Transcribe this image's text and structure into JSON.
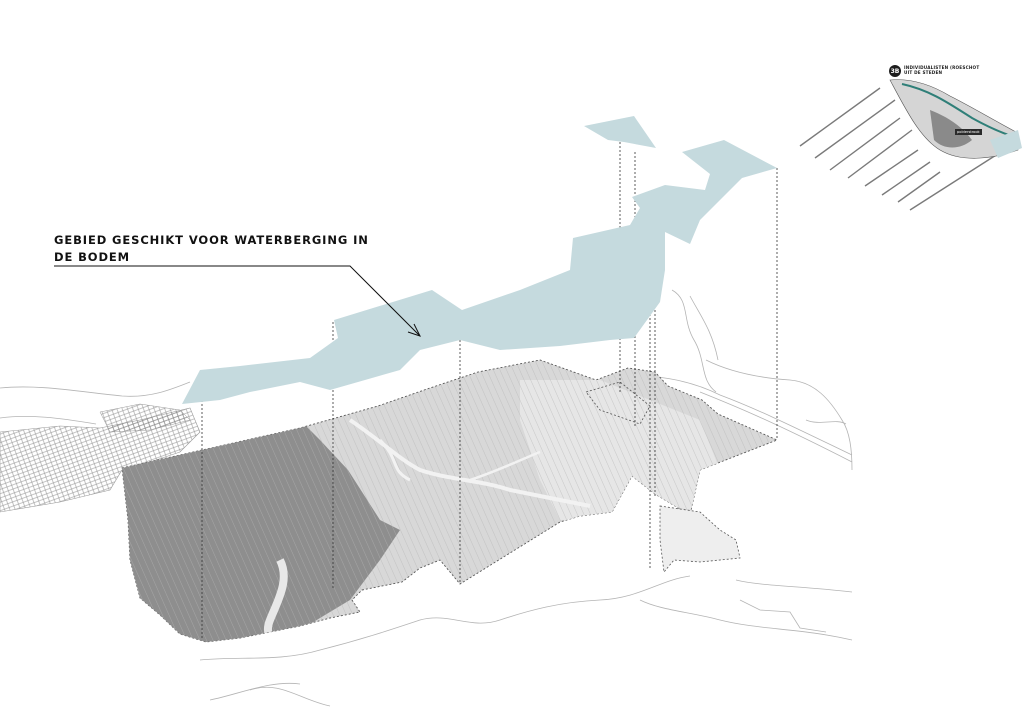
{
  "annotation": {
    "line1": "GEBIED GESCHIKT VOOR WATERBERGING IN",
    "line2": "DE BODEM"
  },
  "inset": {
    "badge": "3B",
    "title_line1": "INDIVIDUALISTEN (ROESCHOT",
    "title_line2": "UIT DE STEDEN",
    "tag": "polderstrook"
  },
  "colors": {
    "water_storage_area": "#c5dade",
    "polder_dark": "#8e8e8e",
    "polder_light": "#d6d6d6",
    "polder_lightest": "#e6e6e6",
    "outline": "#333333",
    "inset_accent": "#2f7f78"
  }
}
